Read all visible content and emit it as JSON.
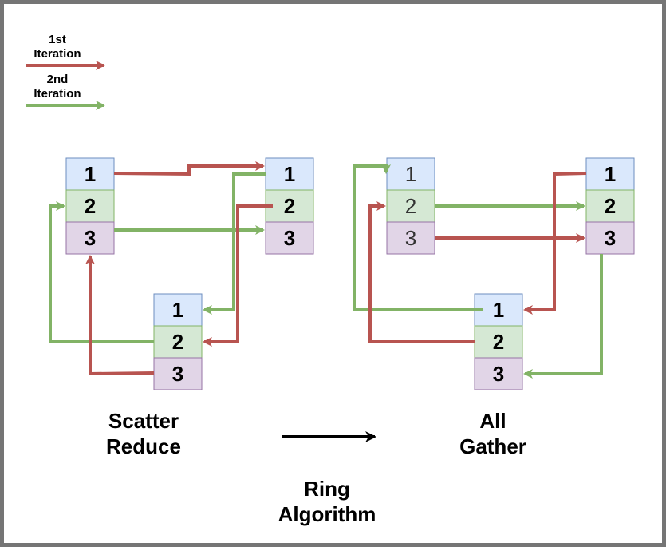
{
  "legend": {
    "first_line1": "1st",
    "first_line2": "Iteration",
    "second_line1": "2nd",
    "second_line2": "Iteration"
  },
  "colors": {
    "first_iteration": "#b85450",
    "second_iteration": "#82b366",
    "cell_1": "#dae8fc",
    "cell_1_border": "#6c8ebf",
    "cell_2": "#d5e8d4",
    "cell_2_border": "#82b366",
    "cell_3": "#e1d5e7",
    "cell_3_border": "#9673a6"
  },
  "cells": {
    "c1": "1",
    "c2": "2",
    "c3": "3"
  },
  "captions": {
    "scatter_reduce_line1": "Scatter",
    "scatter_reduce_line2": "Reduce",
    "all_gather_line1": "All",
    "all_gather_line2": "Gather",
    "ring_line1": "Ring",
    "ring_line2": "Algorithm"
  }
}
